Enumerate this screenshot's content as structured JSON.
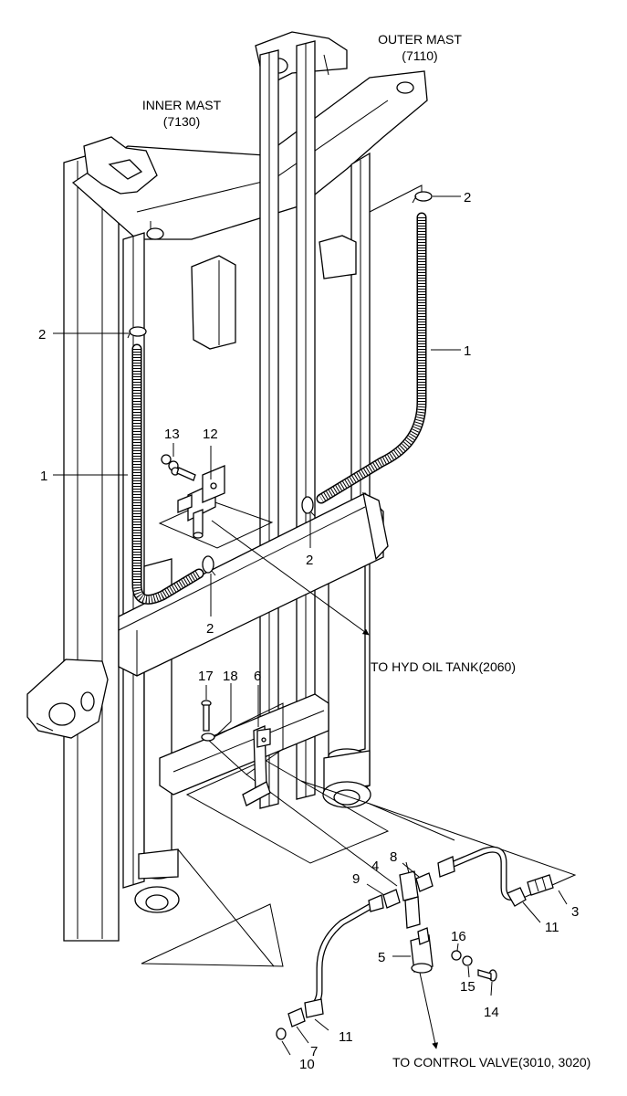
{
  "labels": {
    "outer_mast": "OUTER MAST",
    "outer_mast_code": "(7110)",
    "inner_mast": "INNER MAST",
    "inner_mast_code": "(7130)",
    "to_tank": "TO HYD OIL TANK(2060)",
    "to_valve": "TO CONTROL VALVE(3010, 3020)"
  },
  "callouts": {
    "c1_right": "1",
    "c1_left": "1",
    "c2_top": "2",
    "c2_left": "2",
    "c2_mid": "2",
    "c2_low": "2",
    "c3": "3",
    "c4": "4",
    "c5": "5",
    "c6": "6",
    "c7": "7",
    "c8": "8",
    "c9": "9",
    "c10": "10",
    "c11_right": "11",
    "c11_low": "11",
    "c12": "12",
    "c13": "13",
    "c14": "14",
    "c15": "15",
    "c16": "16",
    "c17": "17",
    "c18": "18"
  }
}
